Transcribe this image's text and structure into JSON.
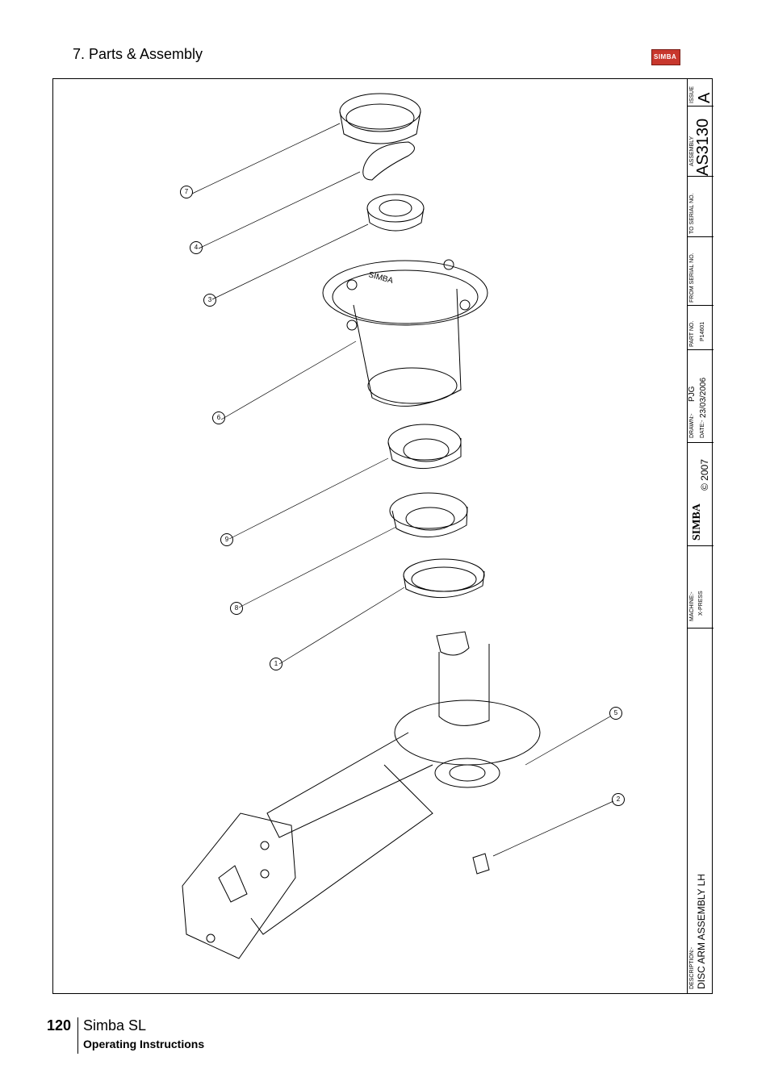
{
  "header": {
    "section_title": "7. Parts & Assembly",
    "logo_text": "SIMBA"
  },
  "title_block": {
    "issue_label": "ISSUE",
    "issue_value": "A",
    "assembly_label": "ASSEMBLY",
    "assembly_value": "AS3130",
    "to_serial_label": "TO SERIAL NO.",
    "from_serial_label": "FROM SERIAL NO.",
    "part_no_label": "PART NO.",
    "part_no_value": "P14601",
    "drawn_label": "DRAWN:-",
    "drawn_value": "PJG",
    "date_label": "DATE:-",
    "date_value": "23/03/2006",
    "copyright": "© 2007",
    "brand": "SIMBA",
    "machine_label": "MACHINE:-",
    "machine_value": "X-PRESS",
    "description_label": "DESCRIPTION:-",
    "description_value": "DISC ARM ASSEMBLY LH"
  },
  "callouts": [
    "7",
    "4",
    "3",
    "6",
    "9",
    "8",
    "1",
    "5",
    "2"
  ],
  "footer": {
    "page_number": "120",
    "product": "Simba SL",
    "subtitle": "Operating Instructions"
  },
  "colors": {
    "logo": "#c8372d",
    "line": "#000000"
  }
}
